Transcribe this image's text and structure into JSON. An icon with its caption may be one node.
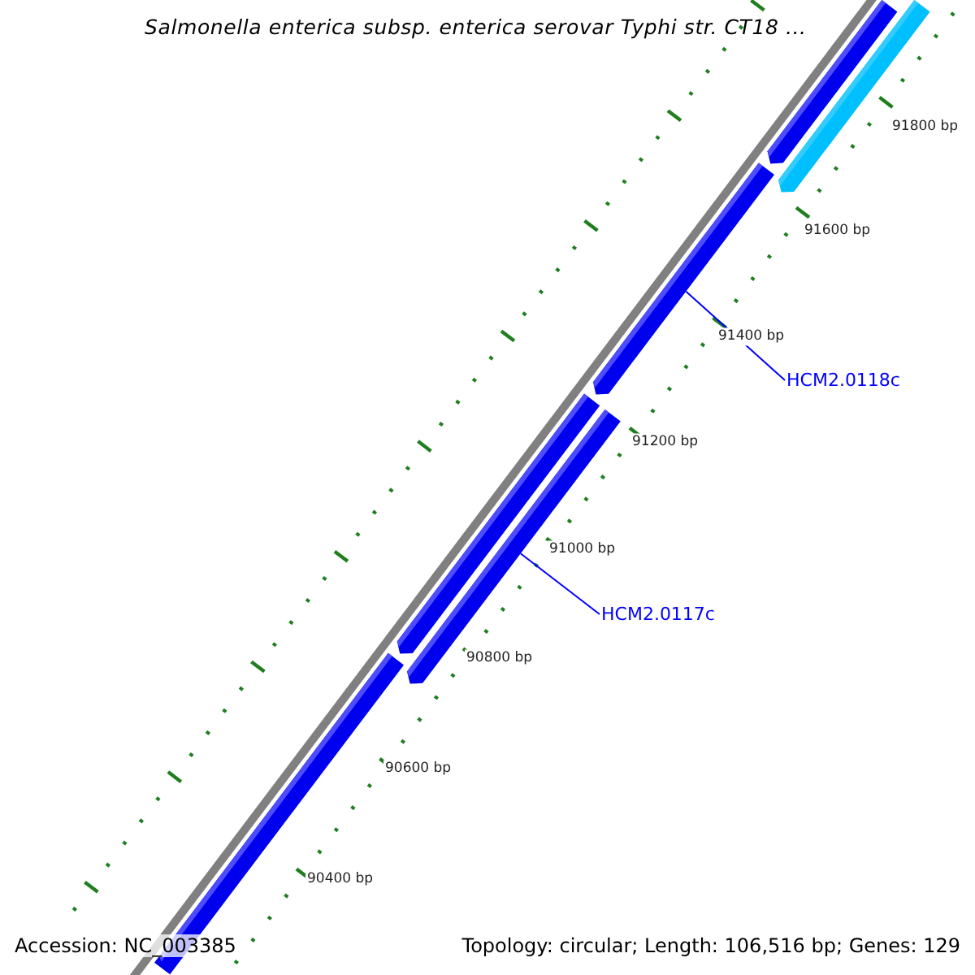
{
  "diagram": {
    "title": "Salmonella enterica subsp. enterica serovar Typhi str. CT18 ...",
    "nodes": [
      {
        "text": [
          "HCM2.0118c"
        ]
      },
      {
        "text": [
          "HCM2.0117c"
        ]
      },
      {
        "text": [],
        "shape": "bar"
      },
      {
        "text": [],
        "shape": "bar"
      },
      {
        "text": [],
        "shape": "bar"
      },
      {
        "text": [],
        "shape": "bar"
      },
      {
        "text": [],
        "shape": "bar"
      },
      {
        "text": [],
        "shape": "bar"
      }
    ],
    "edges": [
      {
        "from": 0,
        "to": 4,
        "arrow": "none"
      },
      {
        "from": 1,
        "to": 6,
        "arrow": "none"
      }
    ],
    "labels": [
      "91800 bp",
      "91600 bp",
      "91400 bp",
      "91200 bp",
      "91000 bp",
      "90800 bp",
      "90600 bp",
      "90400 bp",
      "Accession: NC_003385",
      "Topology: circular; Length: 106,516 bp; Genes: 129"
    ]
  }
}
